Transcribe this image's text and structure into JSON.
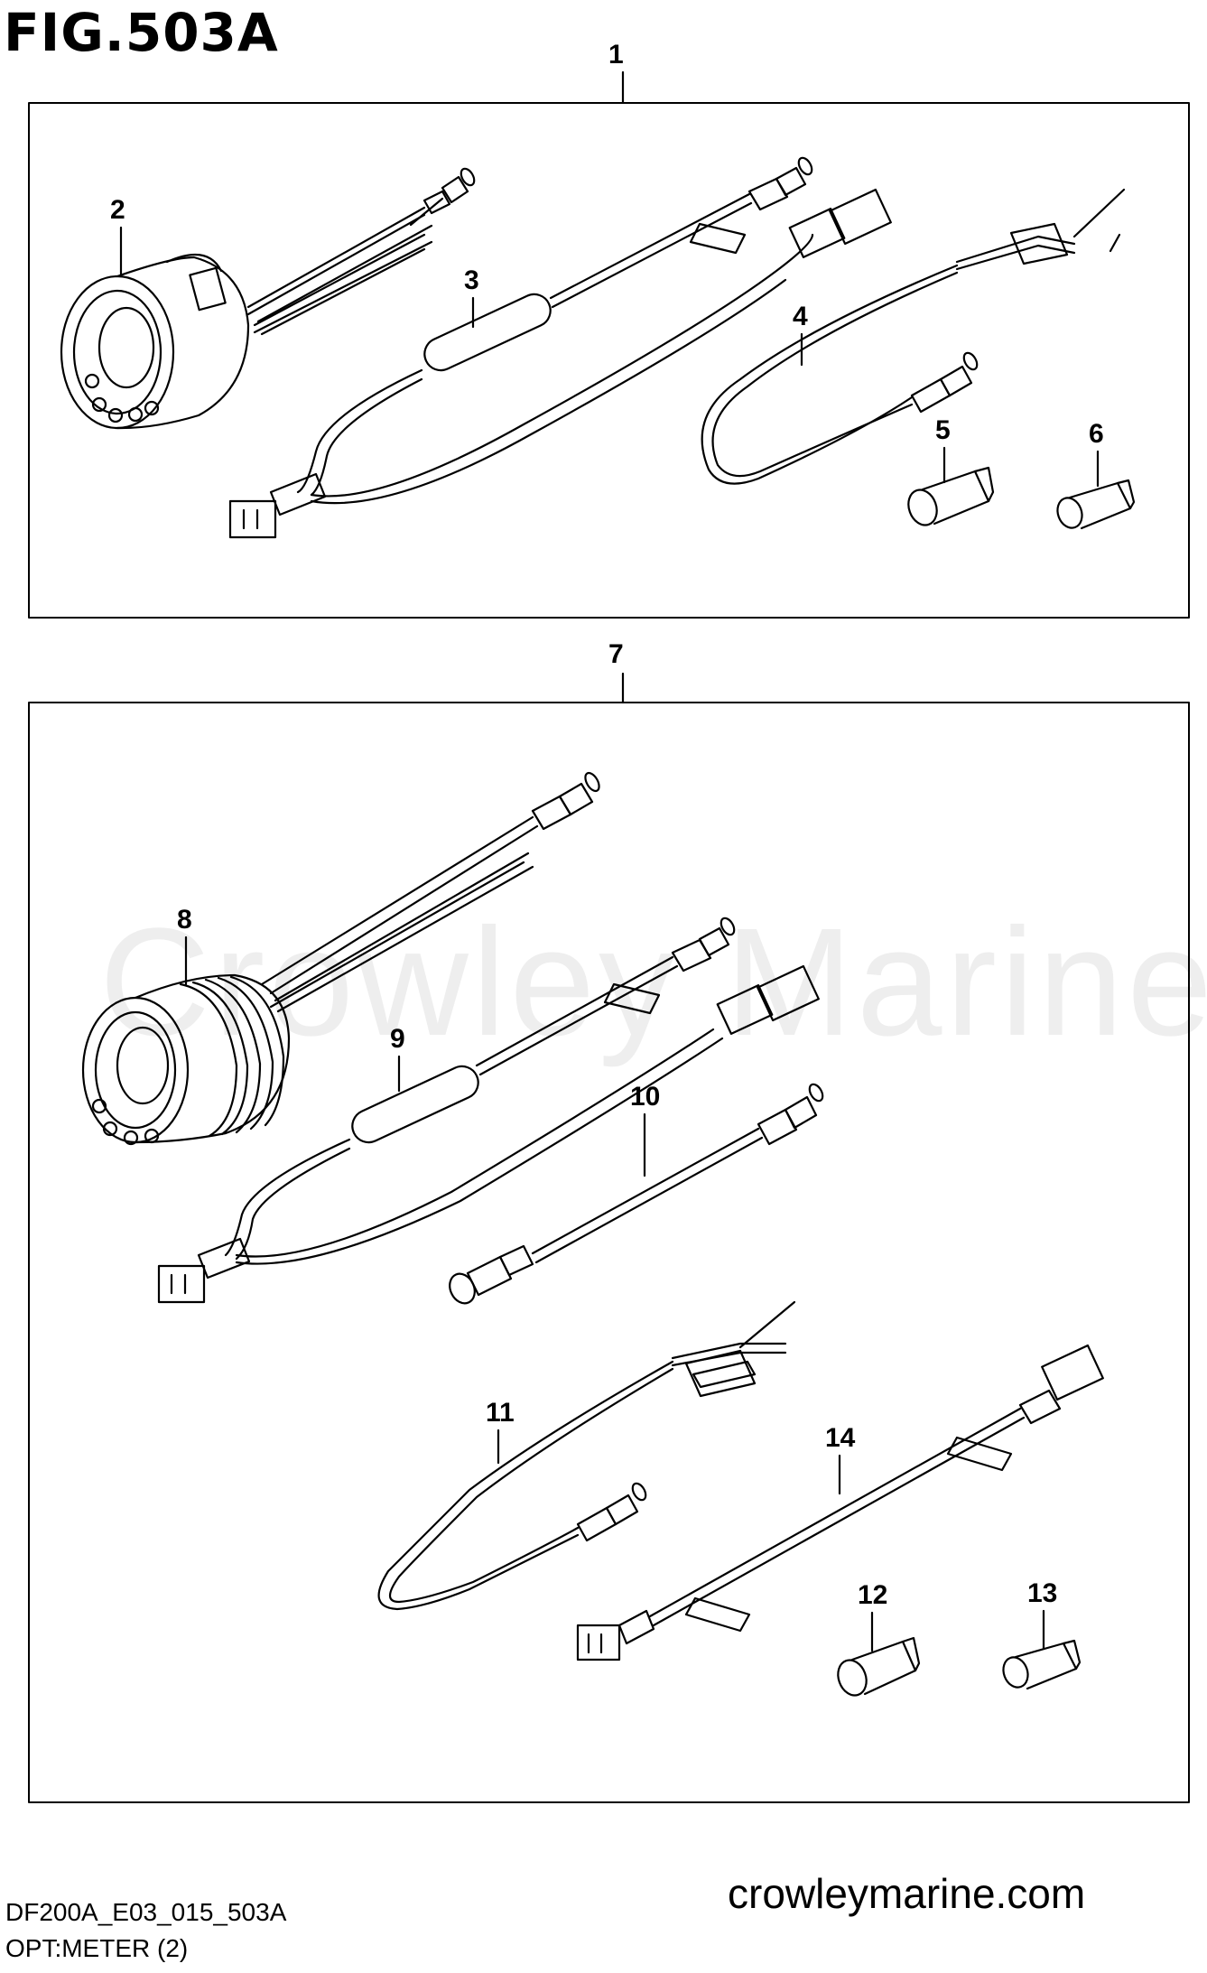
{
  "figure": {
    "title": "FIG.503A",
    "code": "DF200A_E03_015_503A",
    "subtitle": "OPT:METER (2)",
    "website": "crowleymarine.com",
    "watermark": "Crowley Marine"
  },
  "callouts": {
    "c1": "1",
    "c2": "2",
    "c3": "3",
    "c4": "4",
    "c5": "5",
    "c6": "6",
    "c7": "7",
    "c8": "8",
    "c9": "9",
    "c10": "10",
    "c11": "11",
    "c12": "12",
    "c13": "13",
    "c14": "14"
  }
}
